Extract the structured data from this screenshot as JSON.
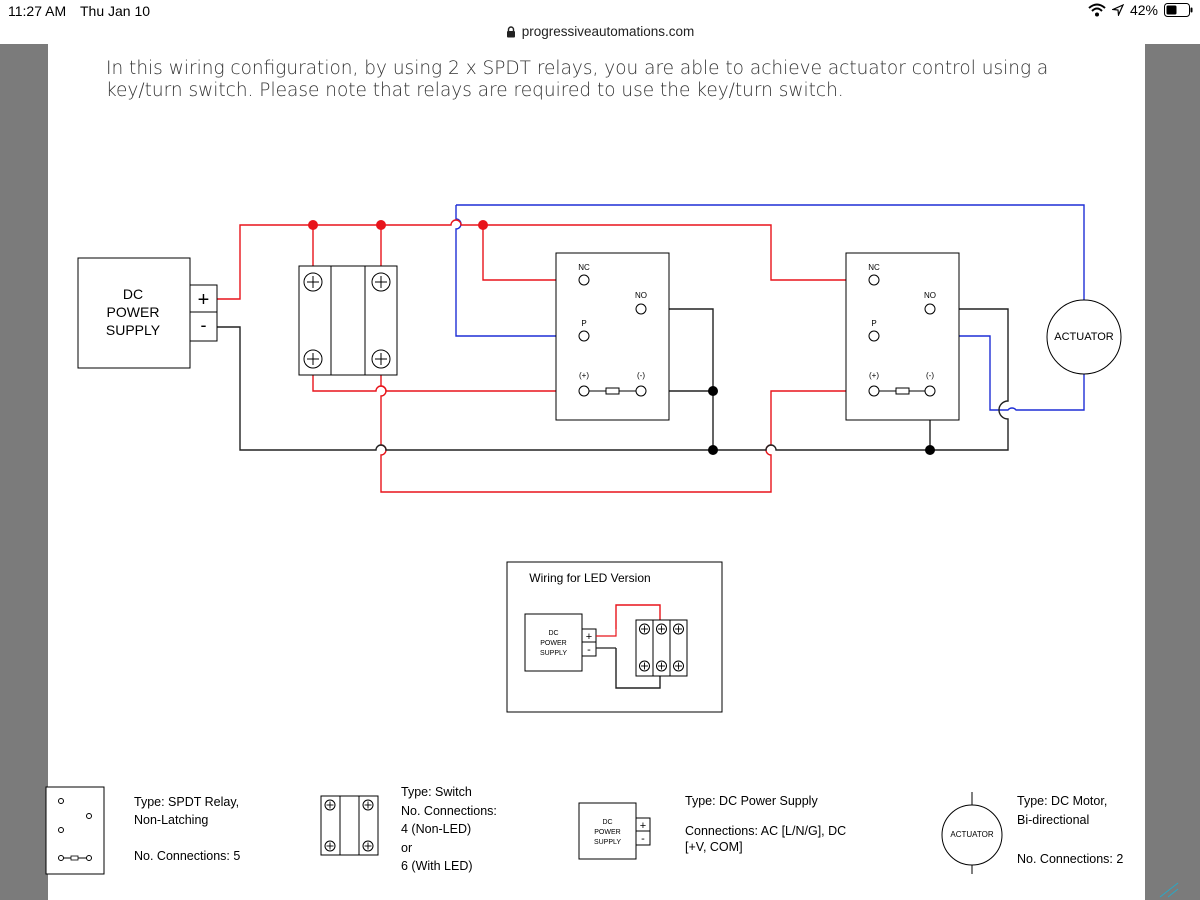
{
  "status_bar": {
    "time": "11:27 AM",
    "date": "Thu Jan 10",
    "battery": "42%"
  },
  "browser": {
    "url": "progressiveautomations.com"
  },
  "intro_text": "In this wiring configuration, by using 2 x SPDT relays, you are able to achieve actuator control using a key/turn switch. Please note that relays are required to use the key/turn switch.",
  "colors": {
    "positive_wire": "#e8141b",
    "negative_wire": "#222222",
    "signal_wire": "#1f2fd6",
    "page_bg": "#7b7b7b"
  },
  "main_diagram": {
    "power_supply": {
      "line1": "DC",
      "line2": "POWER",
      "line3": "SUPPLY",
      "plus": "+",
      "minus": "-"
    },
    "relay1": {
      "nc": "NC",
      "no": "NO",
      "p": "P",
      "pos": "(+)",
      "neg": "(-)"
    },
    "relay2": {
      "nc": "NC",
      "no": "NO",
      "p": "P",
      "pos": "(+)",
      "neg": "(-)"
    },
    "actuator": "ACTUATOR"
  },
  "led_box": {
    "title": "Wiring for LED Version",
    "ps_line1": "DC",
    "ps_line2": "POWER",
    "ps_line3": "SUPPLY",
    "plus": "+",
    "minus": "-"
  },
  "legend": {
    "relay": {
      "type": "Type: SPDT Relay,",
      "type2": "Non-Latching",
      "connections": "No. Connections: 5"
    },
    "switch": {
      "type": "Type: Switch",
      "connections": "No. Connections:",
      "c1": "4 (Non-LED)",
      "or": "or",
      "c2": "6 (With LED)"
    },
    "power": {
      "type": "Type: DC Power Supply",
      "conn1": "Connections: AC [L/N/G], DC",
      "conn2": "[+V, COM]",
      "line1": "DC",
      "line2": "POWER",
      "line3": "SUPPLY",
      "plus": "+",
      "minus": "-"
    },
    "motor": {
      "type": "Type: DC Motor,",
      "type2": "Bi-directional",
      "connections": "No. Connections: 2",
      "label": "ACTUATOR"
    }
  }
}
